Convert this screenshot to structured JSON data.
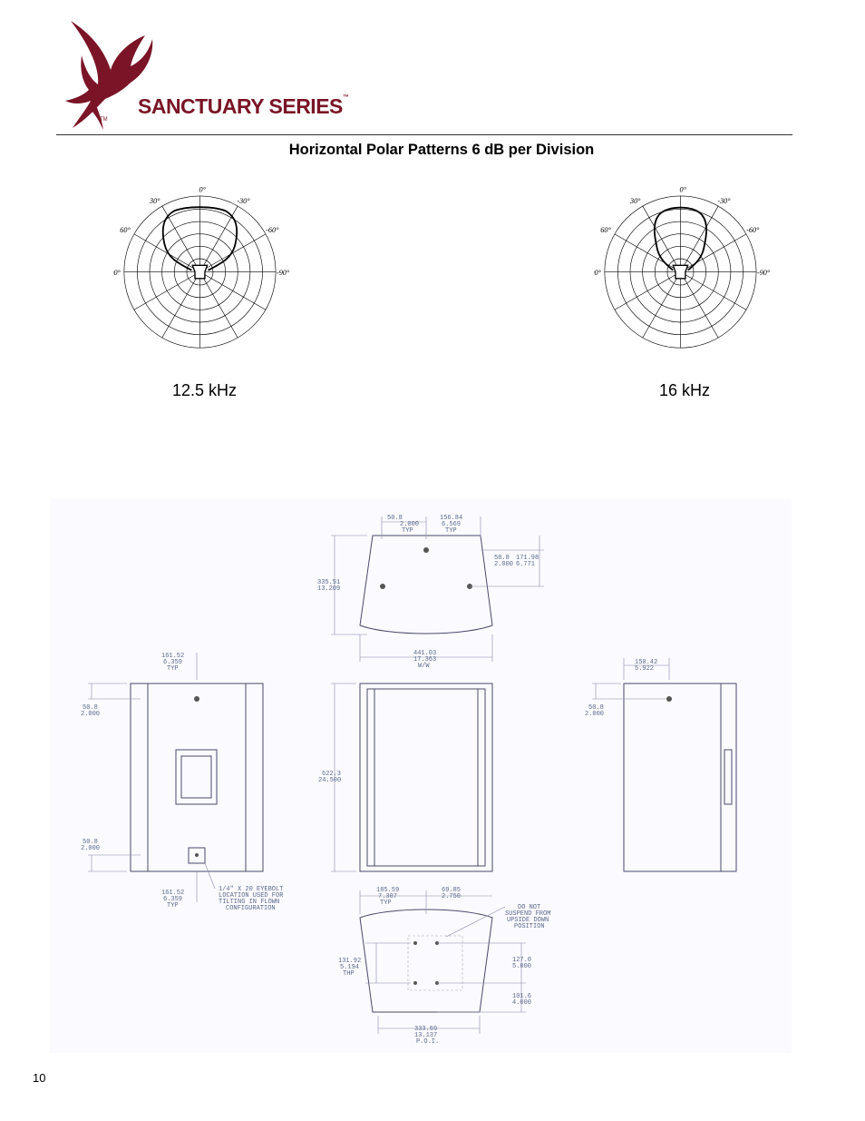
{
  "header": {
    "brand": "SANCTUARY SERIES",
    "brand_tm": "™",
    "logo_tm": "TM",
    "colors": {
      "brand": "#7a1426"
    }
  },
  "section_title": "Horizontal Polar Patterns 6 dB per Division",
  "polar_charts": [
    {
      "freq_label": "12.5 kHz",
      "angle_labels": {
        "top": "0°",
        "tl": "30°",
        "tr": "-30°",
        "ml": "60°",
        "mr": "-60°",
        "l": "90°",
        "r": "-90°"
      }
    },
    {
      "freq_label": "16 kHz",
      "angle_labels": {
        "top": "0°",
        "tl": "30°",
        "tr": "-30°",
        "ml": "60°",
        "mr": "-60°",
        "l": "90°",
        "r": "-90°"
      }
    }
  ],
  "drawing": {
    "top_view": {
      "dim_a": "50.8",
      "dim_a2": "2.000",
      "dim_a3": "TYP",
      "dim_b": "156.84",
      "dim_b2": "6.569",
      "dim_b3": "TYP",
      "dim_c": "50.8",
      "dim_c2": "2.000",
      "dim_d": "171.98",
      "dim_d2": "6.771",
      "dim_h": "335.51",
      "dim_h2": "13.209",
      "dim_w": "441.03",
      "dim_w2": "17.363",
      "dim_w3": "W/W"
    },
    "left_view": {
      "dim_top": "161.52",
      "dim_top2": "6.359",
      "dim_top3": "TYP",
      "dim_l1": "50.8",
      "dim_l1b": "2.000",
      "dim_l2": "50.8",
      "dim_l2b": "2.000",
      "dim_bot": "161.52",
      "dim_bot2": "6.359",
      "dim_bot3": "TYP",
      "note": [
        "1/4\" X 20 EYEBOLT",
        "LOCATION USED FOR",
        "TILTING IN FLOWN",
        "CONFIGURATION"
      ]
    },
    "front_view": {
      "dim_h": "622.3",
      "dim_h2": "24.500"
    },
    "right_view": {
      "dim_top": "150.42",
      "dim_top2": "5.922",
      "dim_l": "50.8",
      "dim_l2": "2.000"
    },
    "bottom_view": {
      "dim_a": "185.59",
      "dim_a2": "7.307",
      "dim_a3": "TYP",
      "dim_b": "69.85",
      "dim_b2": "2.750",
      "note": [
        "DO NOT",
        "SUSPEND FROM",
        "UPSIDE DOWN",
        "POSITION"
      ],
      "dim_l": "131.92",
      "dim_l2": "5.194",
      "dim_l3": "THP",
      "dim_r1": "127.0",
      "dim_r1b": "5.000",
      "dim_r2": "101.6",
      "dim_r2b": "4.000",
      "dim_w": "333.69",
      "dim_w2": "13.137",
      "dim_w3": "P.O.I."
    }
  },
  "page_number": "10"
}
